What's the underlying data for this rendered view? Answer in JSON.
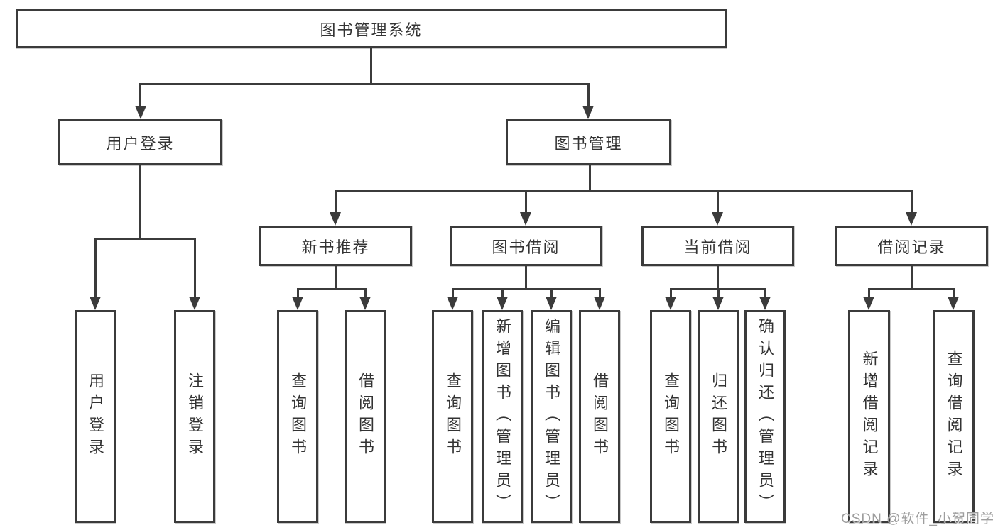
{
  "nodes": {
    "root": {
      "label": "图书管理系统"
    },
    "user_login": {
      "label": "用户登录",
      "leaves": [
        "用户登录",
        "注销登录"
      ]
    },
    "book_mgmt": {
      "label": "图书管理",
      "children": {
        "new_books": {
          "label": "新书推荐",
          "leaves": [
            "查询图书",
            "借阅图书"
          ]
        },
        "book_borrow": {
          "label": "图书借阅",
          "leaves": [
            "查询图书",
            "新增图书（管理员）",
            "编辑图书（管理员）",
            "借阅图书"
          ]
        },
        "current_borrow": {
          "label": "当前借阅",
          "leaves": [
            "查询图书",
            "归还图书",
            "确认归还（管理员）"
          ]
        },
        "borrow_records": {
          "label": "借阅记录",
          "leaves": [
            "新增借阅记录",
            "查询借阅记录"
          ]
        }
      }
    }
  },
  "colors": {
    "line": "#3b3b3b",
    "text": "#333333",
    "watermark": "#9e9e9e",
    "background": "#ffffff"
  },
  "watermark": "CSDN @软件_小贺同学"
}
